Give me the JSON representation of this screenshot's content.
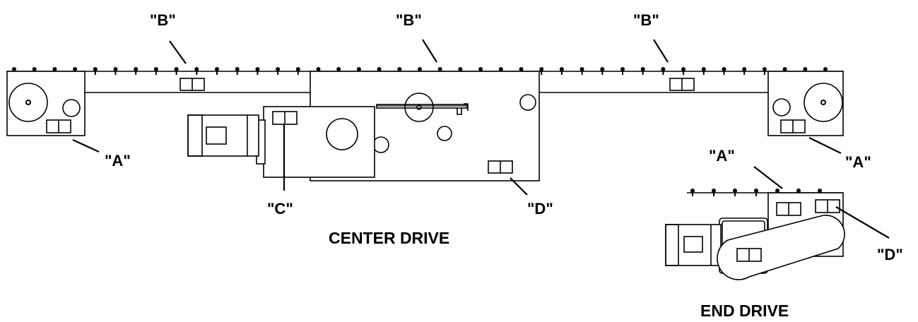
{
  "callouts": {
    "b_left": "\"B\"",
    "b_center": "\"B\"",
    "b_right": "\"B\"",
    "a_left": "\"A\"",
    "a_right": "\"A\"",
    "a_end_drive": "\"A\"",
    "c_center": "\"C\"",
    "d_center": "\"D\"",
    "d_end_drive": "\"D\""
  },
  "captions": {
    "center_drive": "CENTER DRIVE",
    "end_drive": "END DRIVE"
  }
}
